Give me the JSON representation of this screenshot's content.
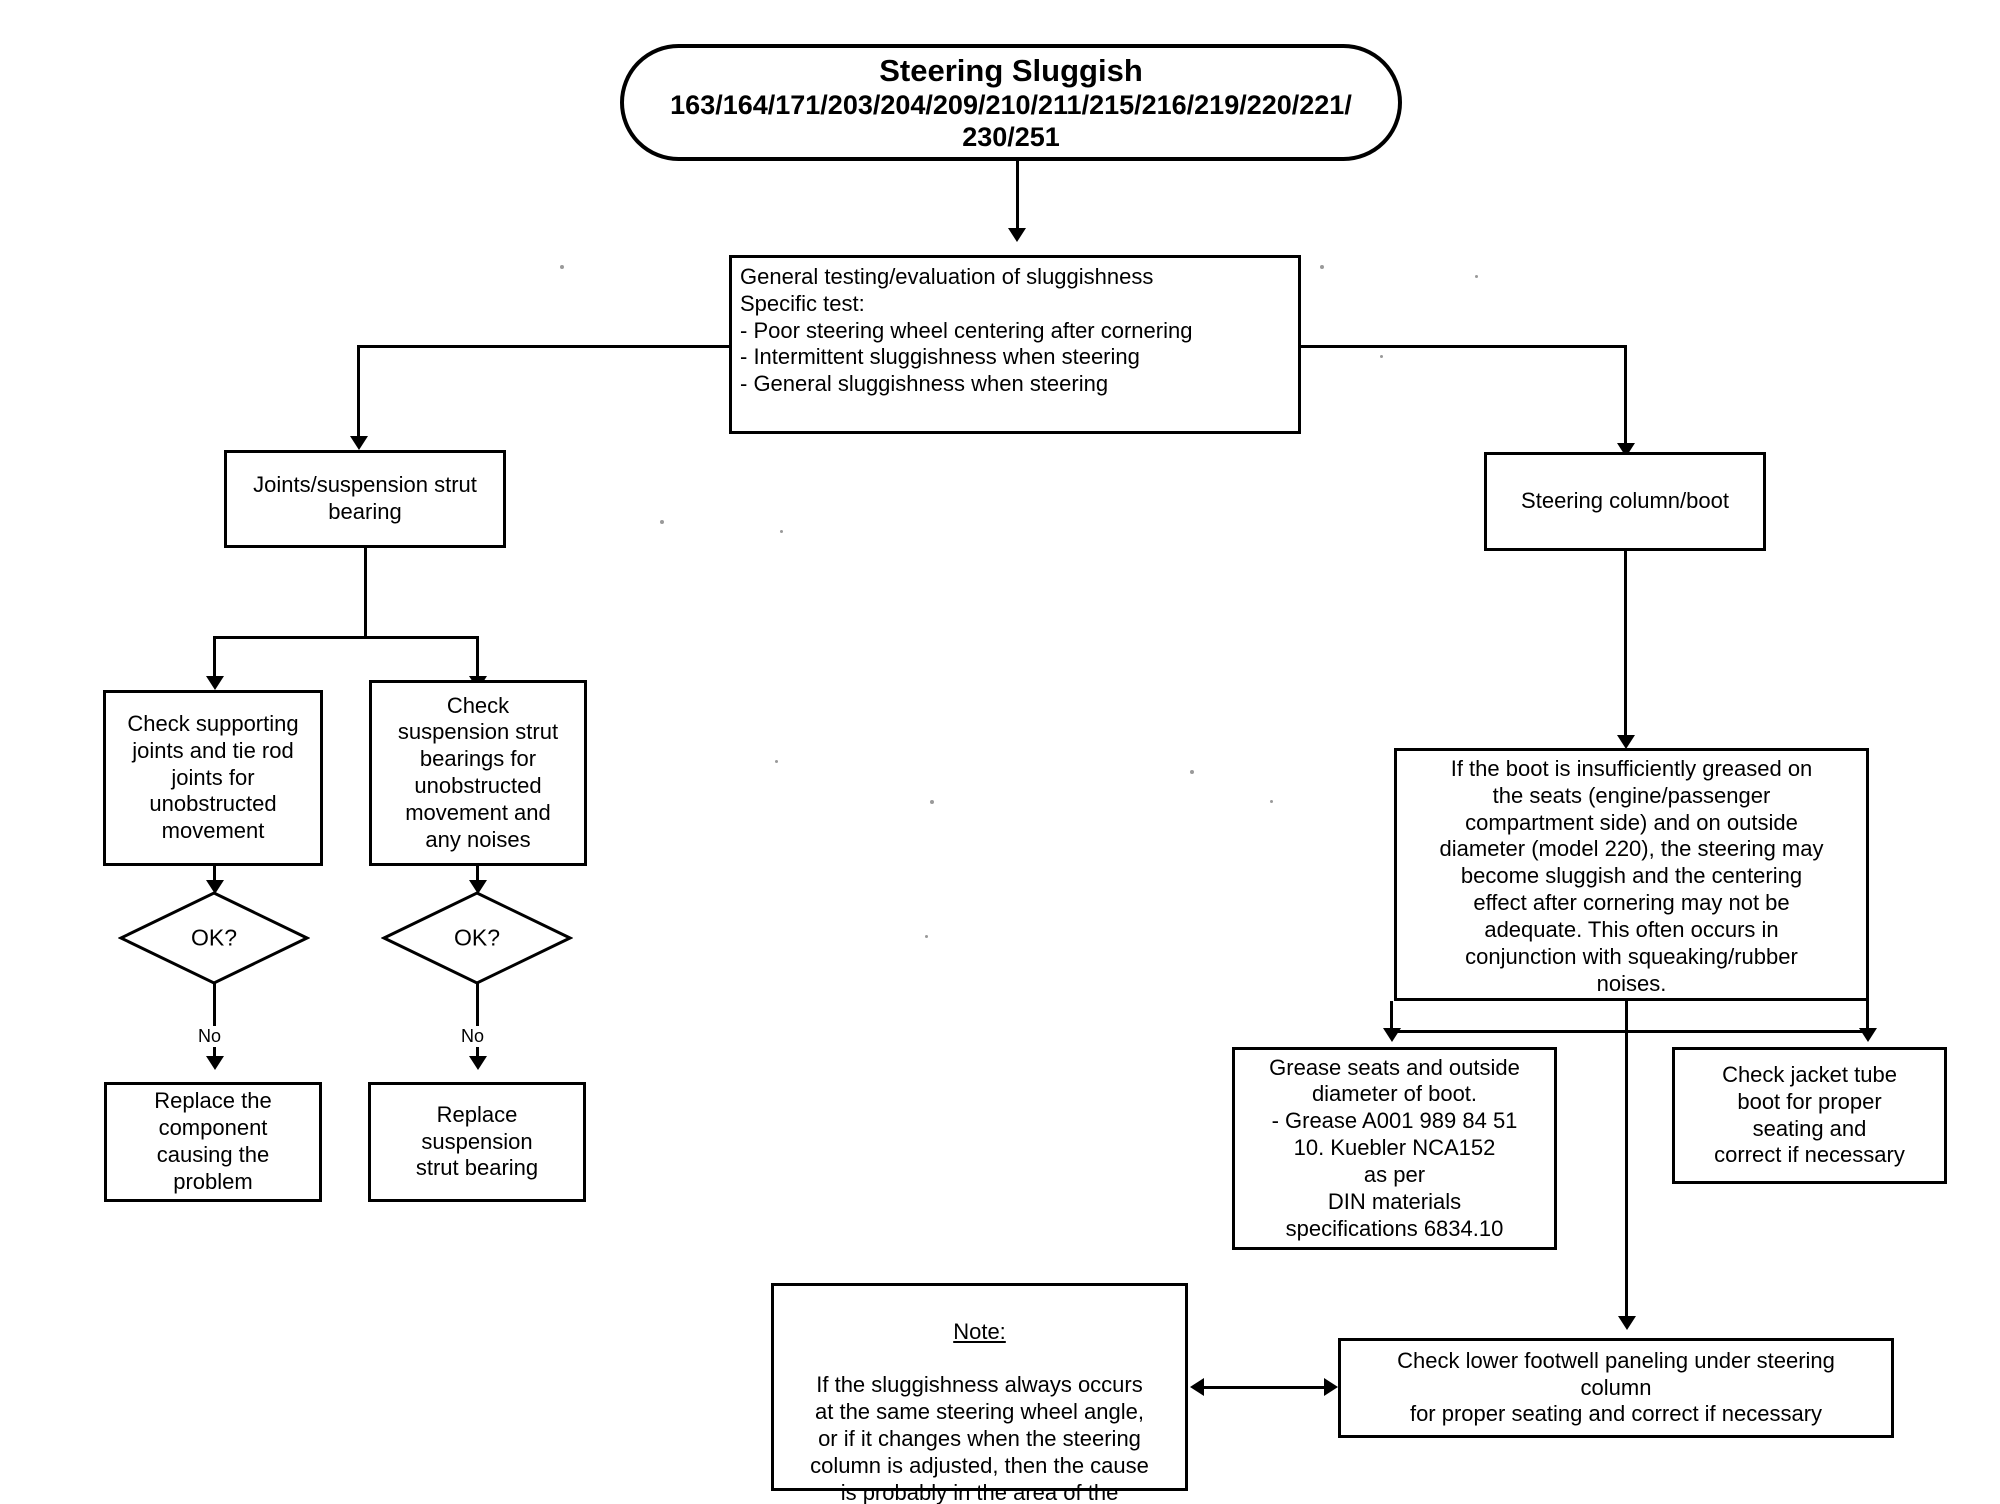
{
  "diagram": {
    "title_top": "Steering Sluggish",
    "title_models": "163/164/171/203/204/209/210/211/215/216/219/220/221/\n230/251",
    "general_test_box": "General testing/evaluation of sluggishness\nSpecific test:\n-   Poor steering wheel centering after cornering\n-   Intermittent sluggishness when steering\n-   General sluggishness when steering",
    "joints_box": "Joints/suspension strut\nbearing",
    "steering_column_box": "Steering column/boot",
    "check_supporting_joints_box": "Check supporting\njoints and tie rod\njoints for\nunobstructed\nmovement",
    "check_strut_bearings_box": "Check\nsuspension strut\nbearings for\nunobstructed\nmovement and\nany noises",
    "decision_left": "OK?",
    "decision_right": "OK?",
    "edge_label_left": "No",
    "edge_label_right": "No",
    "replace_component_box": "Replace the\ncomponent\ncausing the\nproblem",
    "replace_strut_bearing_box": "Replace\nsuspension\nstrut bearing",
    "boot_grease_info_box": "If the boot is insufficiently greased on\nthe seats (engine/passenger\ncompartment side) and on outside\ndiameter (model 220), the steering may\nbecome sluggish and the centering\neffect after cornering may not be\nadequate. This often occurs in\nconjunction with squeaking/rubber\nnoises.",
    "grease_seats_box": "Grease seats and outside\ndiameter of boot.\n- Grease A001 989 84 51\n 10.        Kuebler NCA152\nas per\nDIN materials\nspecifications 6834.10",
    "check_jacket_tube_box": "Check jacket tube\nboot for proper\nseating and\ncorrect if necessary",
    "note_heading": "Note:",
    "note_body": "If the sluggishness always occurs\nat the same steering wheel angle,\nor if it changes when the steering\ncolumn is adjusted, then the cause\nis probably in the area of the\nsteering column.",
    "check_footwell_box": "Check lower footwell paneling under steering\ncolumn\nfor proper seating and correct if necessary",
    "colors": {
      "stroke": "#000000",
      "background": "#ffffff"
    }
  }
}
